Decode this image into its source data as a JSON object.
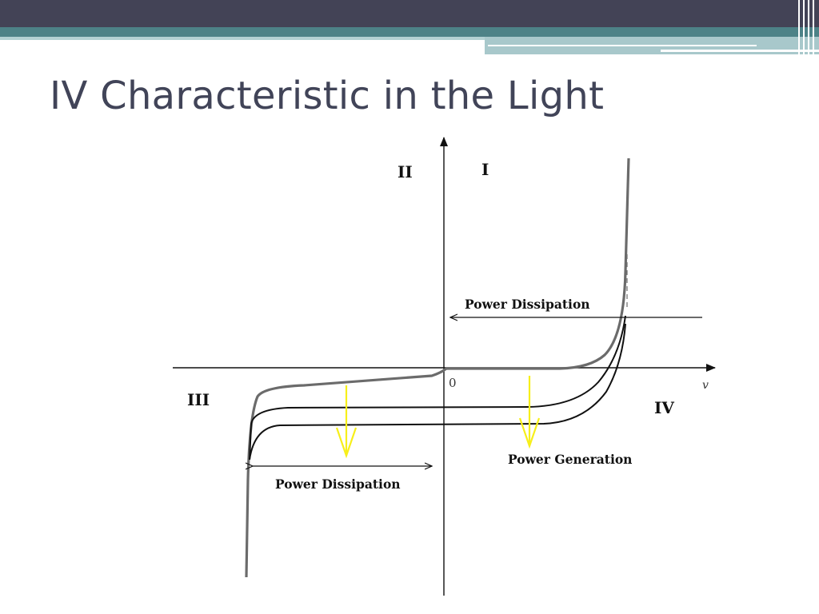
{
  "slide": {
    "title": "IV Characteristic in the Light"
  },
  "diagram": {
    "quadrants": [
      "II",
      "I",
      "III",
      "IV"
    ],
    "origin_label": "0",
    "v_axis_label": "v",
    "annotations": {
      "power_dissipation_q1": "Power Dissipation",
      "power_dissipation_q3": "Power Dissipation",
      "power_generation": "Power Generation"
    },
    "colors": {
      "title": "#414458",
      "dark_band": "#434356",
      "teal_band": "#4d8287",
      "light_band": "#a8c8cb",
      "dark_curve": "#6b6b6b",
      "light_curves": "#111111",
      "arrows": "#f7ef1a"
    }
  }
}
